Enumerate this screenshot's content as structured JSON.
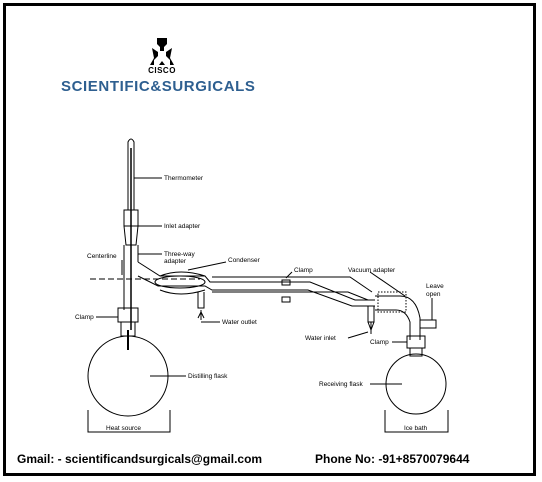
{
  "brand": {
    "logo_text": "CISCO",
    "company_name": "SCIENTIFIC&SURGICALS",
    "company_color": "#2e5f90",
    "logo_icon": "cisco-flask-logo-icon"
  },
  "diagram": {
    "labels": {
      "thermometer": "Thermometer",
      "inlet_adapter": "Inlet adapter",
      "three_way_adapter_line1": "Three-way",
      "three_way_adapter_line2": "adapter",
      "centerline": "Centerline",
      "condenser": "Condenser",
      "clamp_top": "Clamp",
      "vacuum_adapter": "Vacuum adapter",
      "leave_open_line1": "Leave",
      "leave_open_line2": "open",
      "clamp_left": "Clamp",
      "water_outlet": "Water outlet",
      "water_inlet": "Water inlet",
      "clamp_right": "Clamp",
      "distilling_flask": "Distilling flask",
      "receiving_flask": "Receiving flask",
      "heat_source": "Heat source",
      "ice_bath": "Ice bath"
    }
  },
  "footer": {
    "gmail": "Gmail: - scientificandsurgicals@gmail.com",
    "phone": "Phone No:  -91+8570079644"
  }
}
